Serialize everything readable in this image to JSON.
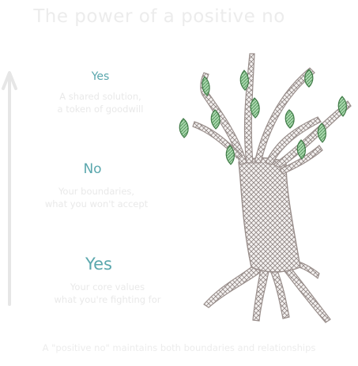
{
  "title": "The power of a positive no",
  "tiers": [
    {
      "heading": "Yes",
      "lines": [
        "A shared solution,",
        "a token of goodwill"
      ]
    },
    {
      "heading": "No",
      "lines": [
        "Your boundaries,",
        "what you won't accept"
      ]
    },
    {
      "heading": "Yes",
      "lines": [
        "Your core values",
        "what you're fighting for"
      ]
    }
  ],
  "footer": "A \"positive no\" maintains both boundaries and relationships",
  "colors": {
    "heading": "#5aa7ad",
    "faded_text": "#e9e9e9",
    "trunk_stroke": "#9a8f8c",
    "leaf_fill": "#7dbf86",
    "leaf_stroke": "#3f7a46"
  }
}
